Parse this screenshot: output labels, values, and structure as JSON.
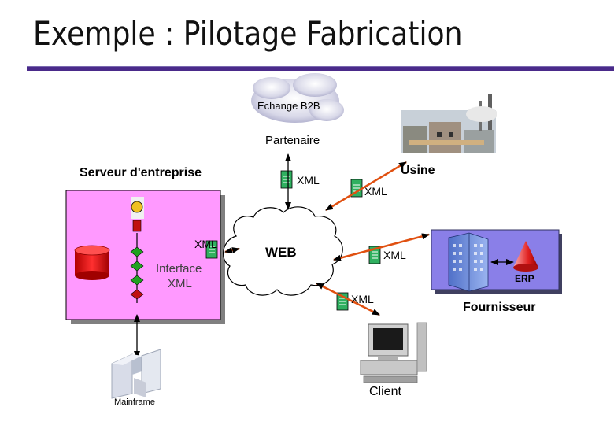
{
  "title": "Exemple : Pilotage Fabrication",
  "labels": {
    "echange_b2b": "Echange B2B",
    "partenaire": "Partenaire",
    "serveur": "Serveur d'entreprise",
    "usine": "Usine",
    "xml_1": "XML",
    "xml_2": "XML",
    "xml_3": "XML",
    "xml_4": "XML",
    "xml_5": "XML",
    "interface_line1": "Interface",
    "interface_line2": "XML",
    "web": "WEB",
    "erp": "ERP",
    "fournisseur": "Fournisseur",
    "client": "Client",
    "mainframe": "Mainframe"
  },
  "colors": {
    "title_bar": "#4a2a8a",
    "server_box": "#ff99ff",
    "fournisseur_box": "#8a7fe8",
    "arrow": "#e05010",
    "database": "#e02020"
  }
}
